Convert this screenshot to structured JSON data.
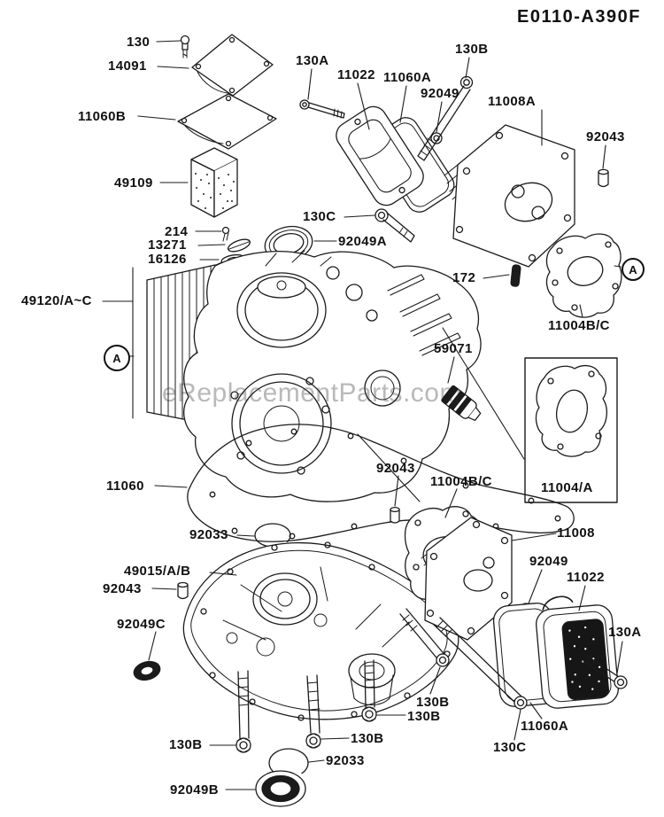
{
  "title": "E0110-A390F",
  "watermark": "eReplacementParts.com",
  "markers": [
    "A",
    "A"
  ],
  "labels": [
    "130",
    "14091",
    "11060B",
    "49109",
    "130A",
    "11022",
    "11060A",
    "92049",
    "130B",
    "11008A",
    "92043",
    "130C",
    "92049A",
    "214",
    "13271",
    "16126",
    "49120/A~C",
    "172",
    "11004B/C",
    "59071",
    "11004/A",
    "11060",
    "92033",
    "49015/A/B",
    "92043",
    "92049C",
    "92043",
    "11004B/C",
    "11008",
    "92049",
    "11022",
    "130A",
    "11060A",
    "130C",
    "130B",
    "130B",
    "130B",
    "130B",
    "92033",
    "92049B"
  ]
}
